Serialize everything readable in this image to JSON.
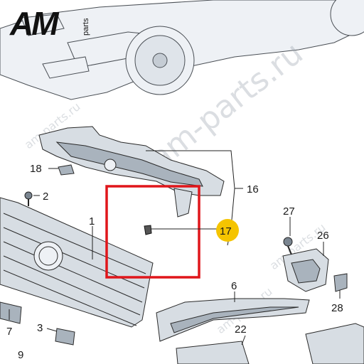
{
  "logo": {
    "brand": "AM",
    "suffix": "parts"
  },
  "watermarks": [
    "am-parts.ru",
    "am-parts.ru",
    "am-parts.ru",
    "am-parts.ru"
  ],
  "callouts": [
    "1",
    "2",
    "3",
    "6",
    "7",
    "9",
    "16",
    "17",
    "18",
    "22",
    "26",
    "27",
    "28"
  ],
  "highlight_callout": "17",
  "colors": {
    "highlight_box": "#e0161b",
    "badge_fill": "#f5c400",
    "line": "#222222"
  }
}
